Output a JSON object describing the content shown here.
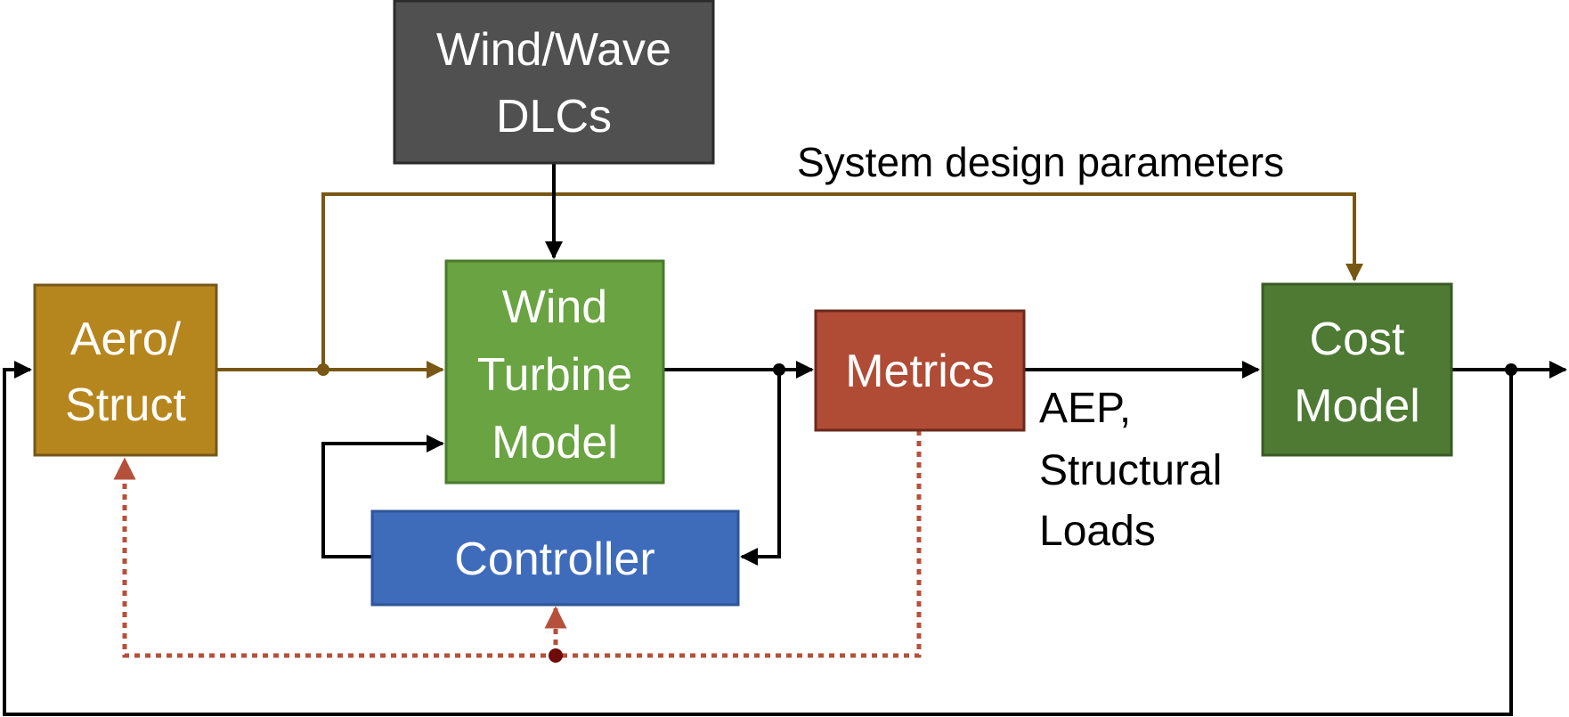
{
  "diagram": {
    "title": "Wind turbine system design optimization flow",
    "blocks": {
      "dlc": {
        "lines": [
          "Wind/Wave",
          "DLCs"
        ],
        "fill": "#505050",
        "stroke": "#2b2b2b"
      },
      "aero": {
        "lines": [
          "Aero/",
          "Struct"
        ],
        "fill": "#b6861e",
        "stroke": "#76561a"
      },
      "turbine": {
        "lines": [
          "Wind",
          "Turbine",
          "Model"
        ],
        "fill": "#6aa342",
        "stroke": "#4a7a2e"
      },
      "controller": {
        "lines": [
          "Controller"
        ],
        "fill": "#3f6bbb",
        "stroke": "#2f5597"
      },
      "metrics": {
        "lines": [
          "Metrics"
        ],
        "fill": "#b04b35",
        "stroke": "#6a2a1e"
      },
      "cost": {
        "lines": [
          "Cost",
          "Model"
        ],
        "fill": "#4e7a33",
        "stroke": "#3a5a26"
      }
    },
    "labels": {
      "system_params": "System design parameters",
      "outputs": [
        "AEP,",
        "Structural",
        "Loads"
      ]
    },
    "colors": {
      "param_line": "#785715",
      "signal_line": "#000000",
      "feedback_dotted": "#b5503a",
      "feedback_junction": "#6e0a0a"
    }
  }
}
